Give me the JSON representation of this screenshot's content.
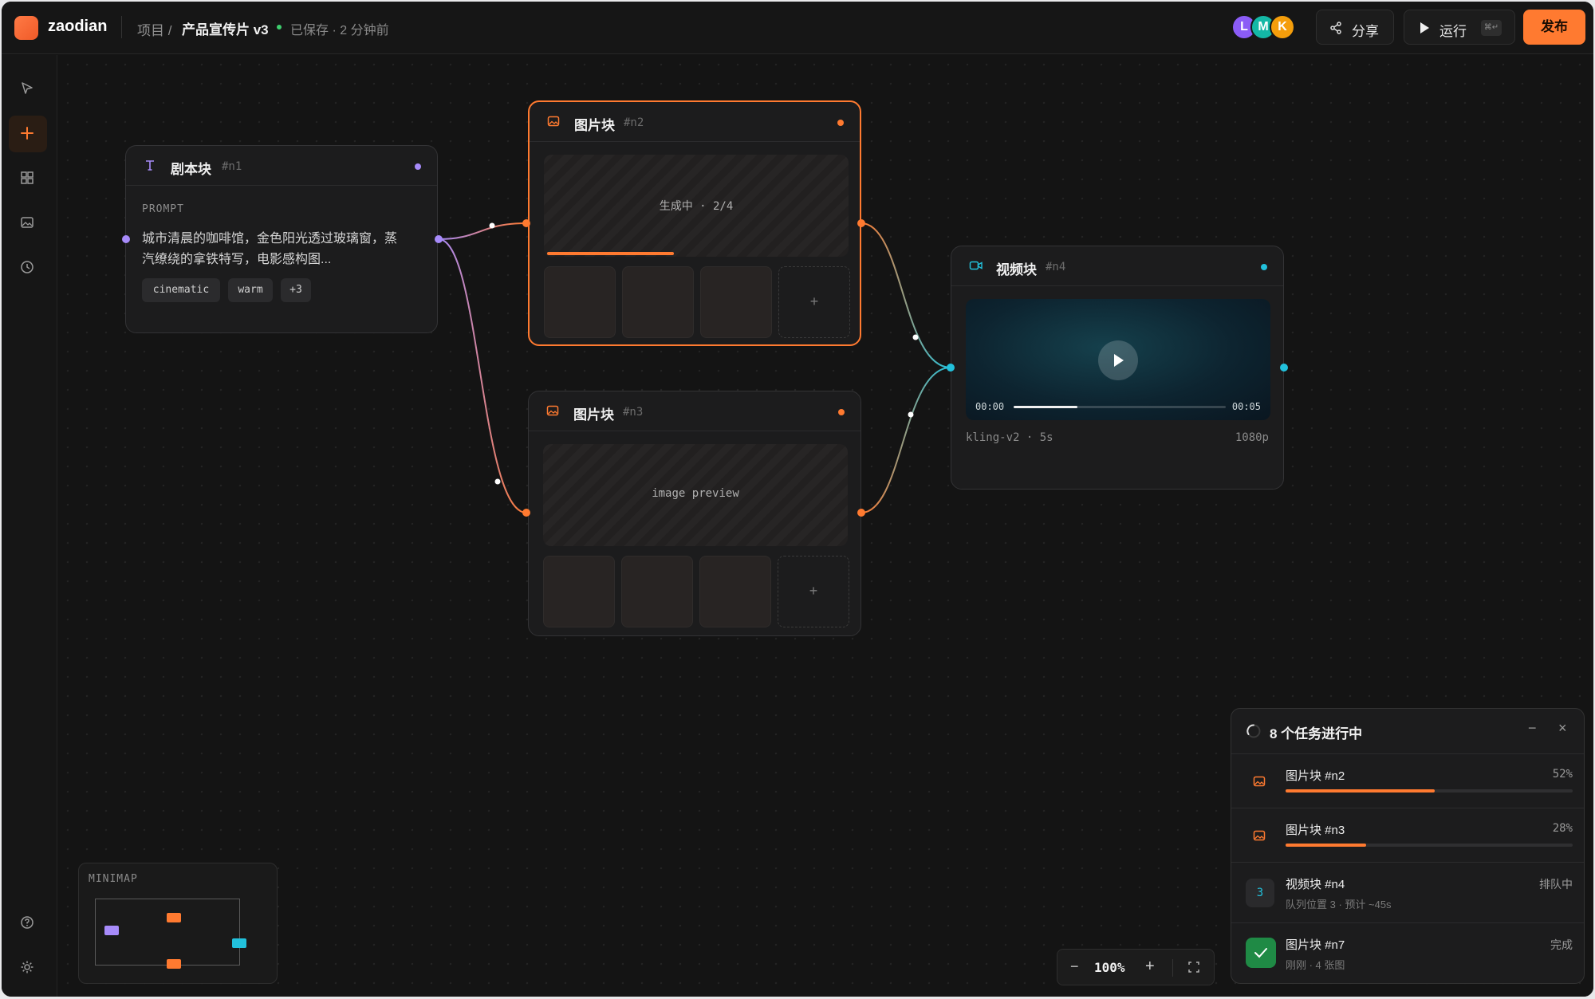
{
  "app": {
    "brand": "zaodian"
  },
  "breadcrumb": {
    "parent": "项目 /",
    "current": "产品宣传片 v3",
    "status": "已保存 · 2 分钟前"
  },
  "header": {
    "avatars": [
      {
        "initial": "L",
        "color": "#8b5cf6"
      },
      {
        "initial": "M",
        "color": "#14b8a6"
      },
      {
        "initial": "K",
        "color": "#f59e0b"
      }
    ],
    "share_label": "分享",
    "run_label": "运行",
    "run_shortcut": "⌘↵",
    "publish_label": "发布"
  },
  "rail": {
    "icons": [
      "cursor-icon",
      "plus-icon",
      "grid-icon",
      "image-icon",
      "history-icon",
      "help-icon",
      "settings-icon"
    ]
  },
  "nodes": {
    "script": {
      "title": "剧本块",
      "id": "#n1",
      "prompt_label": "PROMPT",
      "prompt_line1": "城市清晨的咖啡馆，金色阳光透过玻璃窗，蒸",
      "prompt_line2": "汽缭绕的拿铁特写，电影感构图...",
      "tags": [
        "cinematic",
        "warm",
        "+3"
      ],
      "accent": "#a78bfa"
    },
    "image_n2": {
      "title": "图片块",
      "id": "#n2",
      "status": "生成中 · 2/4",
      "progress": 0.52,
      "add": "+",
      "accent": "#ff7a30"
    },
    "image_n3": {
      "title": "图片块",
      "id": "#n3",
      "preview": "image preview",
      "add": "+",
      "accent": "#ff7a30"
    },
    "video": {
      "title": "视频块",
      "id": "#n4",
      "time_start": "00:00",
      "time_end": "00:05",
      "progress": 0.3,
      "model": "kling-v2 · 5s",
      "resolution": "1080p",
      "accent": "#22c1dc"
    }
  },
  "minimap": {
    "label": "MINIMAP"
  },
  "zoom": {
    "minus": "−",
    "level": "100%",
    "plus": "+"
  },
  "tasks": {
    "title": "8 个任务进行中",
    "minimize": "−",
    "close": "×",
    "items": [
      {
        "name": "图片块  #n2",
        "right": "52%",
        "progress": 0.52
      },
      {
        "name": "图片块  #n3",
        "right": "28%",
        "progress": 0.28
      },
      {
        "name": "视频块  #n4",
        "right": "排队中",
        "badge": "3",
        "sub": "队列位置 3 · 预计 ~45s"
      },
      {
        "name": "图片块  #n7",
        "right": "完成",
        "sub": "刚刚 · 4 张图"
      }
    ]
  }
}
